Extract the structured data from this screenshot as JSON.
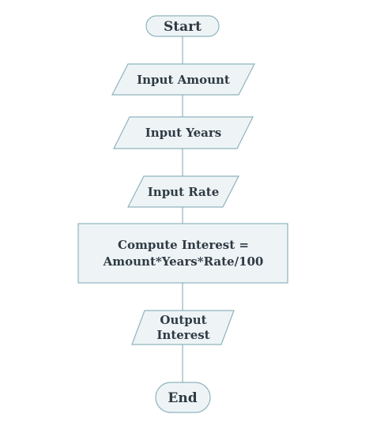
{
  "flowchart": {
    "nodes": [
      {
        "id": "start",
        "shape": "terminator",
        "lines": [
          "Start"
        ]
      },
      {
        "id": "input-amount",
        "shape": "parallelogram",
        "lines": [
          "Input Amount"
        ]
      },
      {
        "id": "input-years",
        "shape": "parallelogram",
        "lines": [
          "Input Years"
        ]
      },
      {
        "id": "input-rate",
        "shape": "parallelogram",
        "lines": [
          "Input Rate"
        ]
      },
      {
        "id": "compute-interest",
        "shape": "process",
        "lines": [
          "Compute Interest =",
          "Amount*Years*Rate/100"
        ]
      },
      {
        "id": "output-interest",
        "shape": "parallelogram",
        "lines": [
          "Output",
          "Interest"
        ]
      },
      {
        "id": "end",
        "shape": "terminator",
        "lines": [
          "End"
        ]
      }
    ],
    "colors": {
      "fill": "#eef4f6",
      "stroke": "#8fb3bd",
      "text": "#2f3a44"
    }
  }
}
